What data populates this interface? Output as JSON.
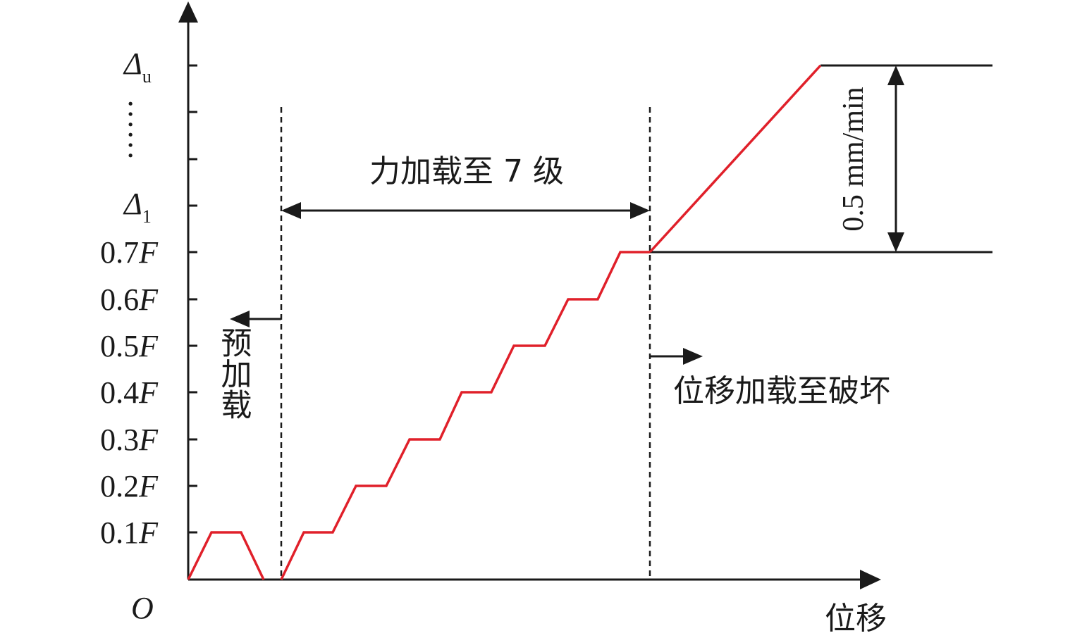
{
  "diagram": {
    "origin_label": "O",
    "x_axis_label": "位移",
    "y_ticks": [
      {
        "num": "0.1",
        "unit": "F"
      },
      {
        "num": "0.2",
        "unit": "F"
      },
      {
        "num": "0.3",
        "unit": "F"
      },
      {
        "num": "0.4",
        "unit": "F"
      },
      {
        "num": "0.5",
        "unit": "F"
      },
      {
        "num": "0.6",
        "unit": "F"
      },
      {
        "num": "0.7",
        "unit": "F"
      }
    ],
    "delta_1": {
      "symbol": "Δ",
      "sub": "1"
    },
    "delta_u": {
      "symbol": "Δ",
      "sub": "u"
    },
    "ellipsis": "……",
    "preload_label": "预加载",
    "force_stage_label": "力加载至 7 级",
    "displacement_stage_label": "位移加载至破坏",
    "rate_label": "0.5 mm/min",
    "colors": {
      "curve": "#e0202a",
      "ink": "#1a1a1a"
    },
    "loading_path": {
      "preload_peak": "0.1F",
      "force_levels": [
        "0.1F",
        "0.2F",
        "0.3F",
        "0.4F",
        "0.5F",
        "0.6F",
        "0.7F"
      ],
      "final_level": "Δu"
    }
  }
}
